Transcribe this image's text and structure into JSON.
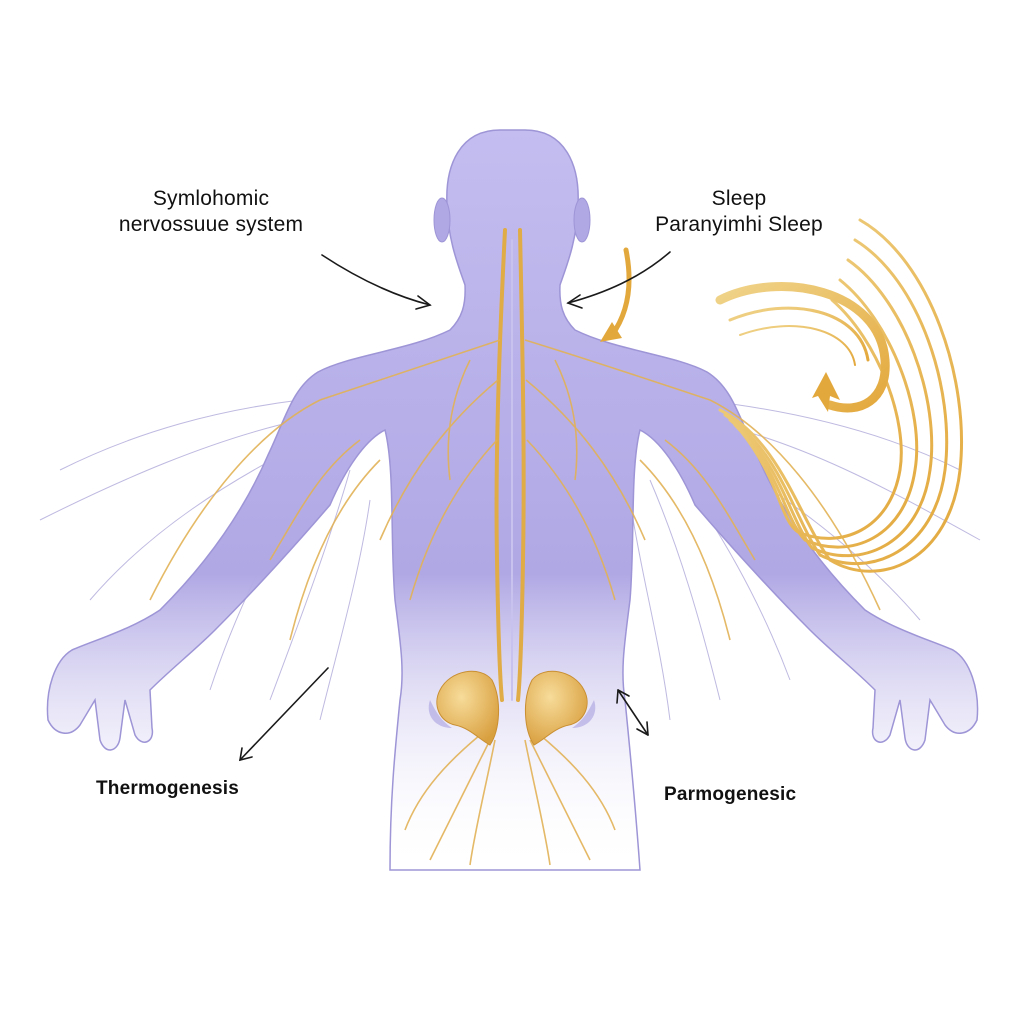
{
  "diagram": {
    "subject": "Human back view with nervous system and kidneys/adrenal organs",
    "labels": {
      "sympathetic": {
        "line1": "Symlohomic",
        "line2": "nervossuue system"
      },
      "parasympathetic": {
        "line1": "Sleep",
        "line2": "Paranyimhi Sleep"
      },
      "thermogenesis": "Thermogenesis",
      "parmogenesic": "Parmogenesic"
    },
    "colors": {
      "body_fill": "#b7b0e6",
      "body_shade": "#9a91d8",
      "nerve_gold": "#e0ac45",
      "nerve_lavender": "#8e86c8",
      "organ_gold": "#ebbd5e",
      "arrow_black": "#1a1a1a",
      "background": "#ffffff"
    }
  }
}
